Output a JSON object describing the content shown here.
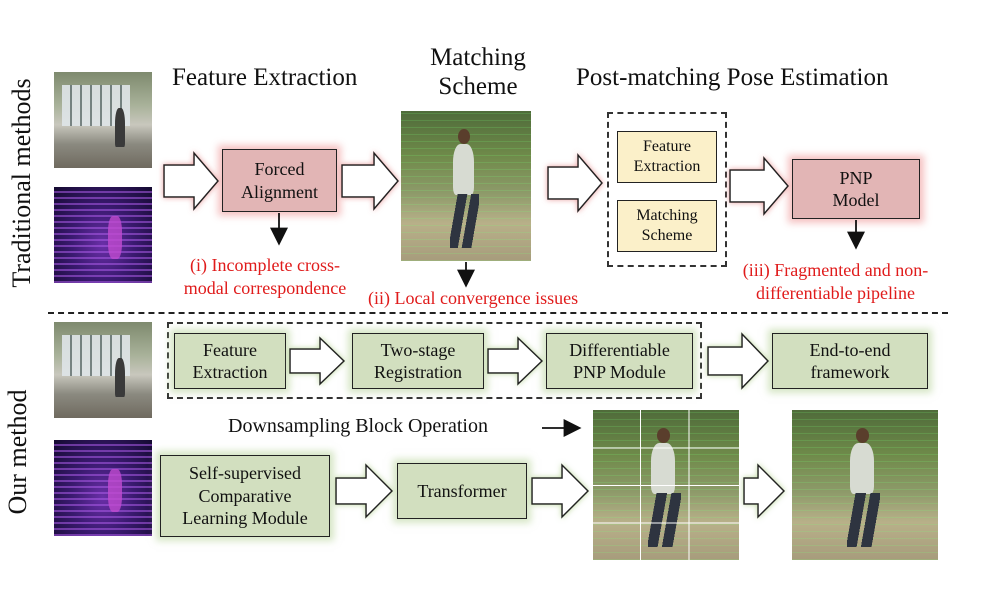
{
  "sections": {
    "traditional": "Traditional methods",
    "ours": "Our method"
  },
  "headings": {
    "feature_extraction": "Feature Extraction",
    "matching_scheme_line1": "Matching",
    "matching_scheme_line2": "Scheme",
    "post_matching": "Post-matching Pose Estimation"
  },
  "traditional": {
    "forced_alignment_line1": "Forced",
    "forced_alignment_line2": "Alignment",
    "feature_extraction_line1": "Feature",
    "feature_extraction_line2": "Extraction",
    "matching_scheme_line1": "Matching",
    "matching_scheme_line2": "Scheme",
    "pnp_line1": "PNP",
    "pnp_line2": "Model",
    "issue1_line1": "(i) Incomplete cross-",
    "issue1_line2": "modal correspondence",
    "issue2": "(ii) Local convergence issues",
    "issue3_line1": "(iii) Fragmented and non-",
    "issue3_line2": "differentiable pipeline"
  },
  "ours": {
    "feature_extraction_line1": "Feature",
    "feature_extraction_line2": "Extraction",
    "two_stage_line1": "Two-stage",
    "two_stage_line2": "Registration",
    "diff_pnp_line1": "Differentiable",
    "diff_pnp_line2": "PNP Module",
    "end_to_end_line1": "End-to-end",
    "end_to_end_line2": "framework",
    "downsampling": "Downsampling Block Operation",
    "self_supervised_line1": "Self-supervised",
    "self_supervised_line2": "Comparative",
    "self_supervised_line3": "Learning Module",
    "transformer": "Transformer"
  },
  "colors": {
    "issue_red": "#e01b1b",
    "red_box": "#e2b5b5",
    "green_box": "#d2dfbf",
    "cream_box": "#fbf0c9"
  }
}
